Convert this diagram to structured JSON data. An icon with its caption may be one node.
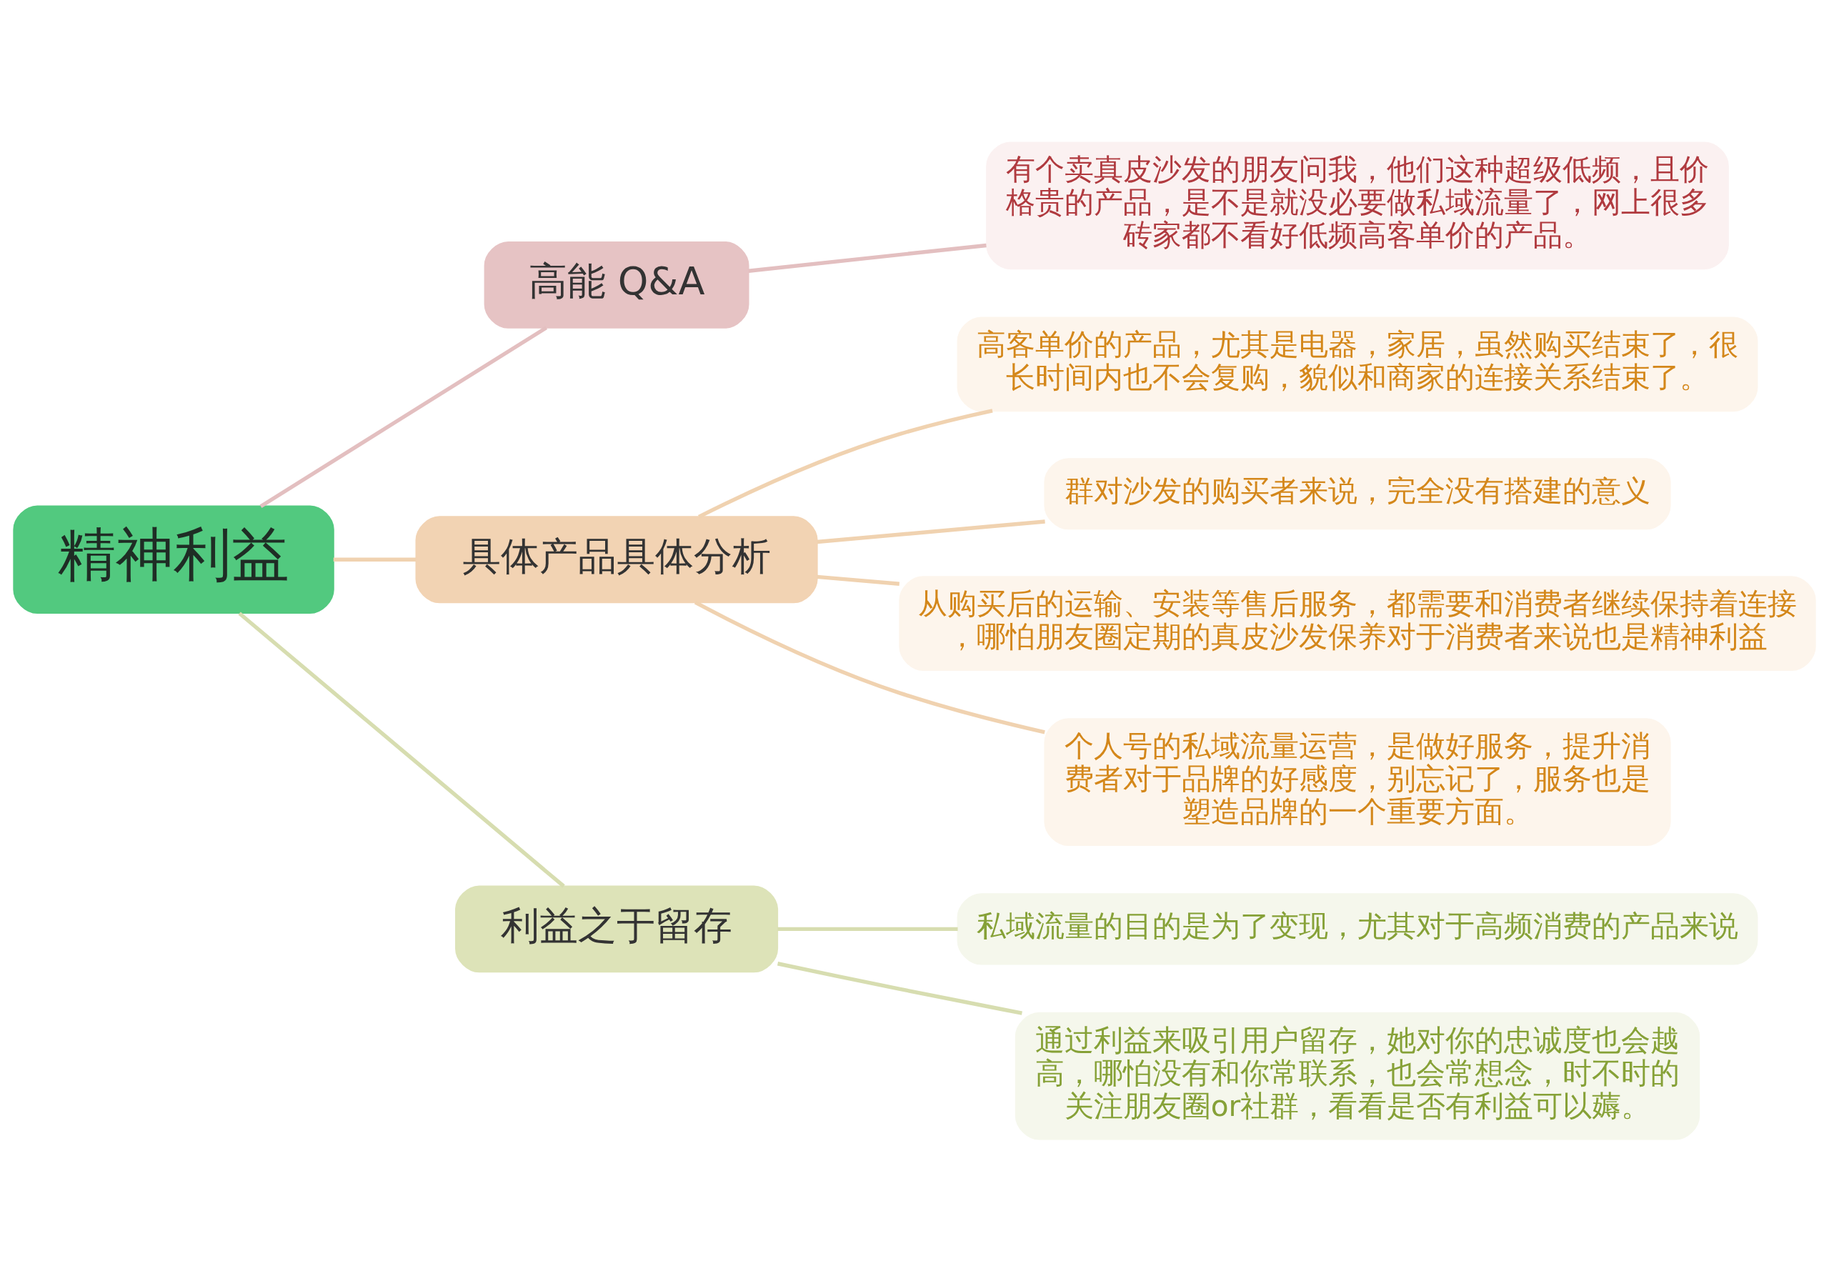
{
  "diagram": {
    "nodes": [
      {
        "text": [
          "精神利益"
        ]
      },
      {
        "text": [
          "高能 Q&A"
        ]
      },
      {
        "text": [
          "有个卖真皮沙发的朋友问我，他们这种超级低频，且价格贵的产品，是不是就没必要做私域流量了，网上很多砖家都不看好低频高客单价的产品。"
        ]
      },
      {
        "text": [
          "具体产品具体分析"
        ]
      },
      {
        "text": [
          "高客单价的产品，尤其是电器，家居，虽然购买结束了，很长时间内也不会复购，貌似和商家的连接关系结束了。"
        ]
      },
      {
        "text": [
          "群对沙发的购买者来说，完全没有搭建的意义"
        ]
      },
      {
        "text": [
          "从购买后的运输、安装等售后服务，都需要和消费者继续保持着连接，哪怕朋友圈定期的真皮沙发保养对于消费者来说也是精神利益"
        ]
      },
      {
        "text": [
          "个人号的私域流量运营，是做好服务，提升消费者对于品牌的好感度，别忘记了，服务也是塑造品牌的一个重要方面。"
        ]
      },
      {
        "text": [
          "利益之于留存"
        ]
      },
      {
        "text": [
          "私域流量的目的是为了变现，尤其对于高频消费的产品来说"
        ]
      },
      {
        "text": [
          "通过利益来吸引用户留存，她对你的忠诚度也会越高，哪怕没有和你常联系，也会常想念，时不时的关注朋友圈or社群，看看是否有利益可以薅。"
        ]
      }
    ],
    "edges": [
      {
        "from": 0,
        "to": 1,
        "arrow": "none",
        "color": "#e3bfc0"
      },
      {
        "from": 1,
        "to": 2,
        "arrow": "none",
        "color": "#e3bfc0"
      },
      {
        "from": 0,
        "to": 3,
        "arrow": "none",
        "color": "#f0d2b0"
      },
      {
        "from": 3,
        "to": 4,
        "arrow": "none",
        "color": "#f0d2b0"
      },
      {
        "from": 3,
        "to": 5,
        "arrow": "none",
        "color": "#f0d2b0"
      },
      {
        "from": 3,
        "to": 6,
        "arrow": "none",
        "color": "#f0d2b0"
      },
      {
        "from": 3,
        "to": 7,
        "arrow": "none",
        "color": "#f0d2b0"
      },
      {
        "from": 0,
        "to": 8,
        "arrow": "none",
        "color": "#d7ddb0"
      },
      {
        "from": 8,
        "to": 9,
        "arrow": "none",
        "color": "#d7ddb0"
      },
      {
        "from": 8,
        "to": 10,
        "arrow": "none",
        "color": "#d7ddb0"
      }
    ]
  }
}
